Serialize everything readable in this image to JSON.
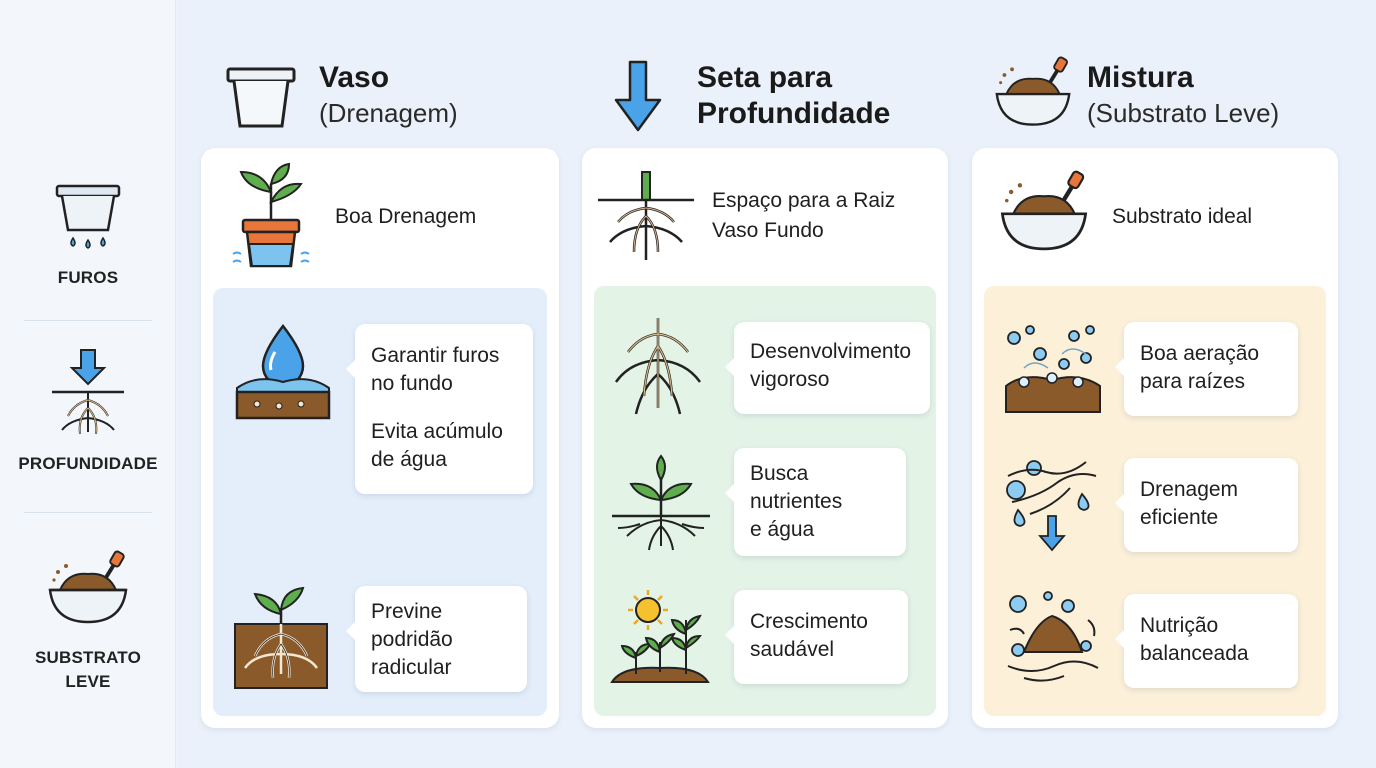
{
  "sidebar": {
    "items": [
      {
        "label": "FUROS",
        "icon": "pot-holes-icon"
      },
      {
        "label": "PROFUNDIDADE",
        "icon": "root-depth-icon"
      },
      {
        "label_line1": "SUBSTRATO",
        "label_line2": "LEVE",
        "icon": "soil-bowl-icon"
      }
    ]
  },
  "columns": [
    {
      "title": "Vaso",
      "subtitle": "(Drenagem)",
      "header_icon": "pot-icon",
      "card_title": "Boa Drenagem",
      "card_icon": "potted-plant-icon",
      "panel_color": "#e3eefa",
      "items": [
        {
          "lines": [
            "Garantir furos",
            "no fundo"
          ],
          "lines2": [
            "Evita acúmulo",
            "de água"
          ],
          "icon": "water-drop-soil-icon"
        },
        {
          "lines": [
            "Previne",
            "podridão",
            "radicular"
          ],
          "icon": "seedling-roots-icon"
        }
      ]
    },
    {
      "title_line1": "Seta para",
      "title_line2": "Profundidade",
      "header_icon": "down-arrow-icon",
      "card_title_line1": "Espaço para a Raiz",
      "card_title_line2": "Vaso Fundo",
      "card_icon": "deep-root-icon",
      "panel_color": "#e3f3e6",
      "items": [
        {
          "lines": [
            "Desenvolvimento",
            "vigoroso"
          ],
          "icon": "roots-icon"
        },
        {
          "lines": [
            "Busca",
            "nutrientes",
            "e água"
          ],
          "icon": "sprout-roots-icon"
        },
        {
          "lines": [
            "Crescimento",
            "saudável"
          ],
          "icon": "sun-plants-icon"
        }
      ]
    },
    {
      "title": "Mistura",
      "subtitle": "(Substrato Leve)",
      "header_icon": "soil-bowl-icon",
      "card_title": "Substrato ideal",
      "card_icon": "soil-bowl-trowel-icon",
      "panel_color": "#fcf0d9",
      "items": [
        {
          "lines": [
            "Boa aeração",
            "para raízes"
          ],
          "icon": "aeration-bubbles-icon"
        },
        {
          "lines": [
            "Drenagem",
            "eficiente"
          ],
          "icon": "drainage-flow-icon"
        },
        {
          "lines": [
            "Nutrição",
            "balanceada"
          ],
          "icon": "nutrient-soil-icon"
        }
      ]
    }
  ],
  "colors": {
    "blue": "#4aa3e8",
    "soil": "#8b5a2b",
    "leaf": "#5fae4e",
    "orange": "#e8763a",
    "sun": "#f5c12e"
  }
}
